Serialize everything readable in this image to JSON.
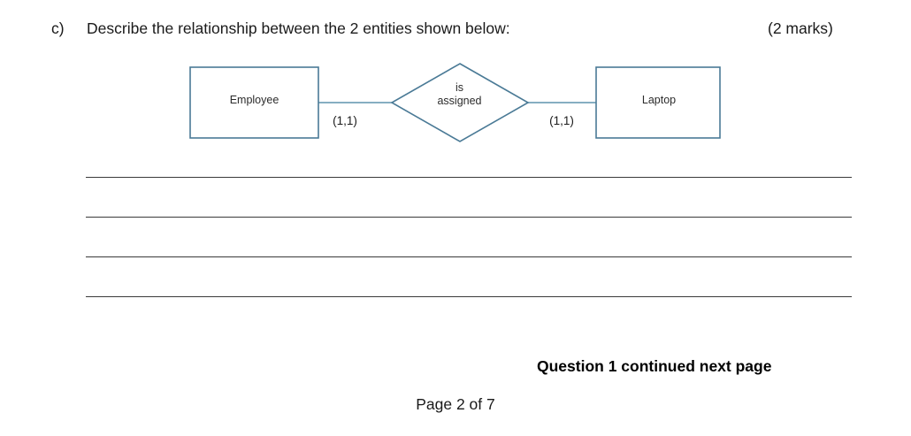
{
  "question": {
    "letter": "c)",
    "text": "Describe the relationship between the 2 entities shown below:",
    "marks": "(2 marks)"
  },
  "diagram": {
    "entity_left": "Employee",
    "entity_right": "Laptop",
    "relationship": "is\nassigned",
    "relationship_line1": "is",
    "relationship_line2": "assigned",
    "cardinality_left": "(1,1)",
    "cardinality_right": "(1,1)",
    "stroke_color": "#4a7a96",
    "fill_color": "#ffffff"
  },
  "answer_area": {
    "line_count": 4,
    "line_color": "#3a3a3a"
  },
  "footer": {
    "continued": "Question 1 continued next page",
    "page": "Page 2 of 7"
  }
}
